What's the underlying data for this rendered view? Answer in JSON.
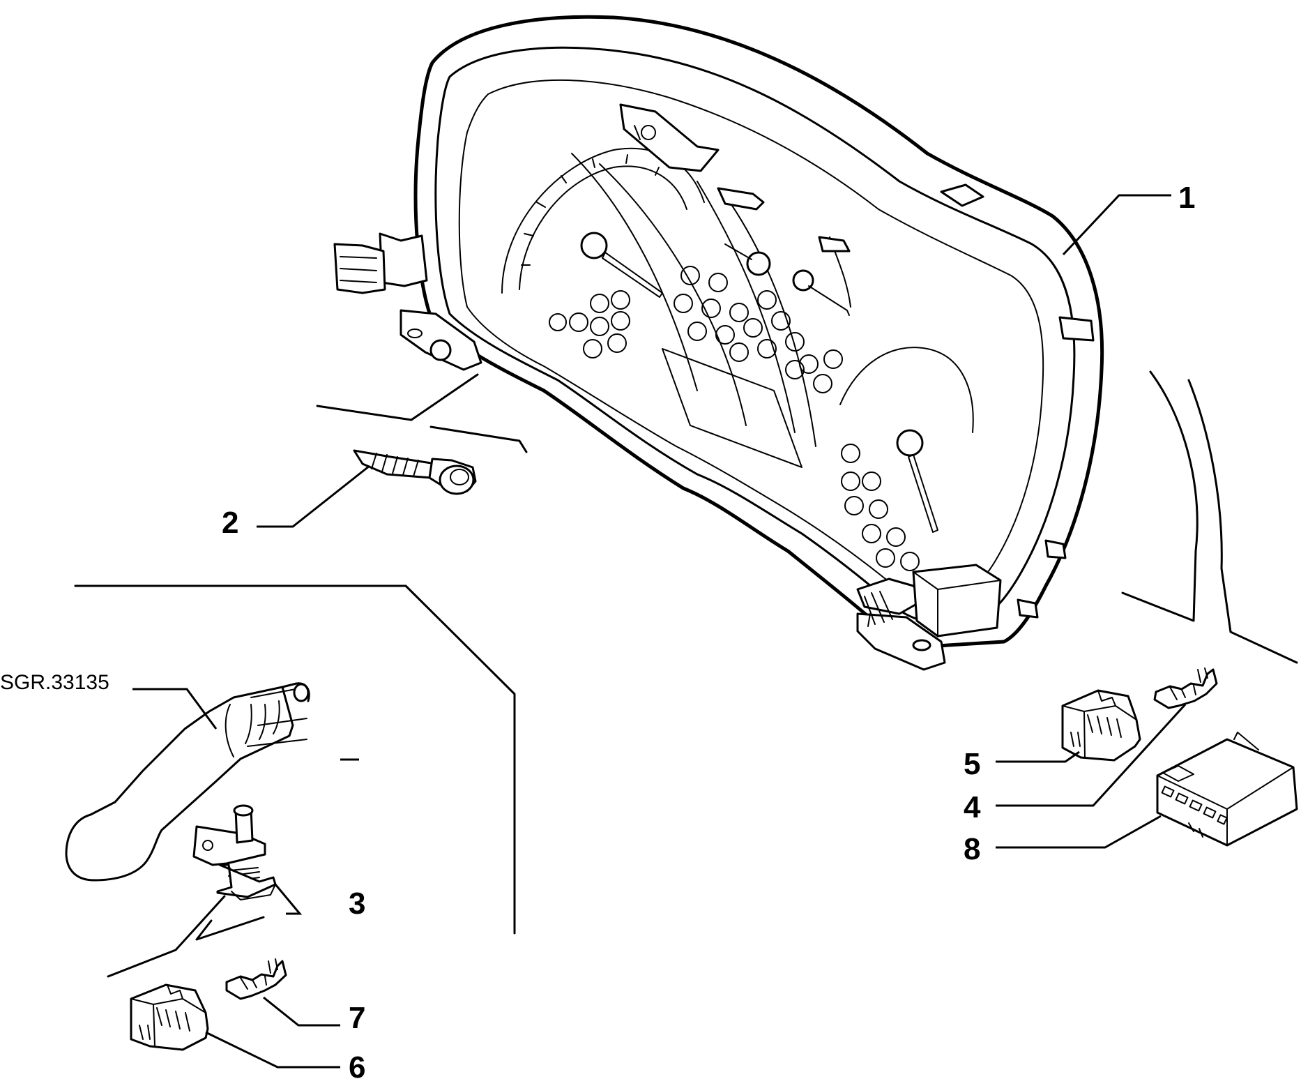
{
  "reference_label": "SGR.33135",
  "callouts": [
    {
      "id": "1",
      "label": "1"
    },
    {
      "id": "2",
      "label": "2"
    },
    {
      "id": "3",
      "label": "3"
    },
    {
      "id": "4",
      "label": "4"
    },
    {
      "id": "5",
      "label": "5"
    },
    {
      "id": "6",
      "label": "6"
    },
    {
      "id": "7",
      "label": "7"
    },
    {
      "id": "8",
      "label": "8"
    }
  ],
  "colors": {
    "ink": "#000000",
    "paper": "#ffffff"
  }
}
